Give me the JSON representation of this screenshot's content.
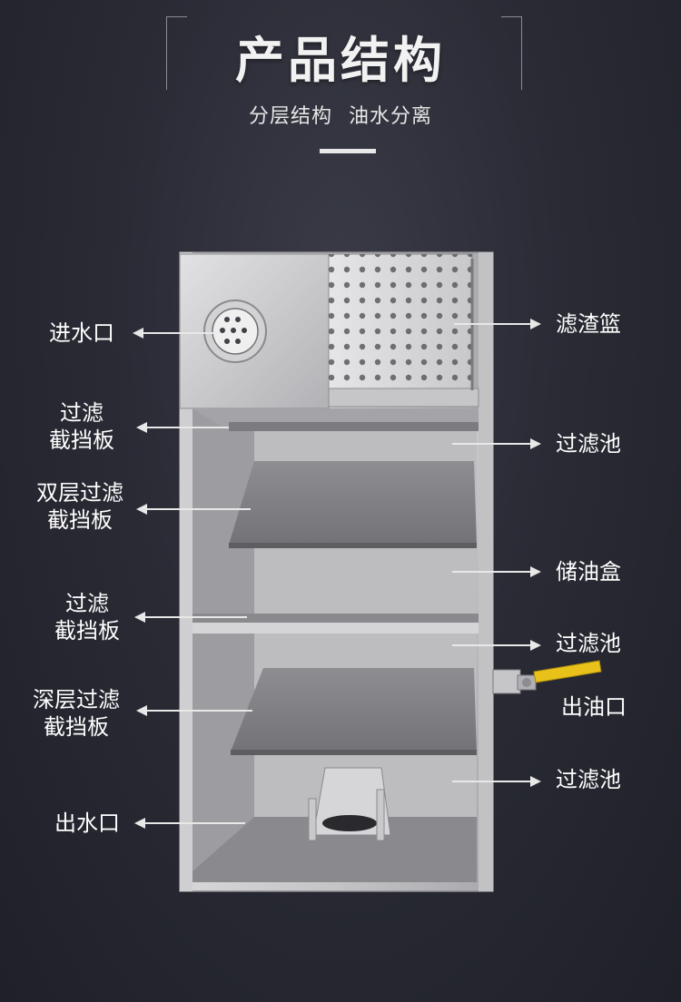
{
  "header": {
    "title": "产品结构",
    "subtitle": "分层结构  油水分离"
  },
  "labels_left": [
    {
      "id": "inlet",
      "text": "进水口"
    },
    {
      "id": "filter-baffle-1",
      "text": "过滤\n截挡板"
    },
    {
      "id": "double-filter-baffle",
      "text": "双层过滤\n截挡板"
    },
    {
      "id": "filter-baffle-2",
      "text": "过滤\n截挡板"
    },
    {
      "id": "deep-filter-baffle",
      "text": "深层过滤\n截挡板"
    },
    {
      "id": "outlet",
      "text": "出水口"
    }
  ],
  "labels_right": [
    {
      "id": "residue-basket",
      "text": "滤渣篮"
    },
    {
      "id": "filter-pool-1",
      "text": "过滤池"
    },
    {
      "id": "oil-box",
      "text": "储油盒"
    },
    {
      "id": "filter-pool-2",
      "text": "过滤池"
    },
    {
      "id": "oil-outlet",
      "text": "出油口"
    },
    {
      "id": "filter-pool-3",
      "text": "过滤池"
    }
  ],
  "colors": {
    "background": "#2a2b35",
    "steel": "#b9b9bb",
    "arrow": "#e8e8e8",
    "valve": "#e8c21a"
  }
}
